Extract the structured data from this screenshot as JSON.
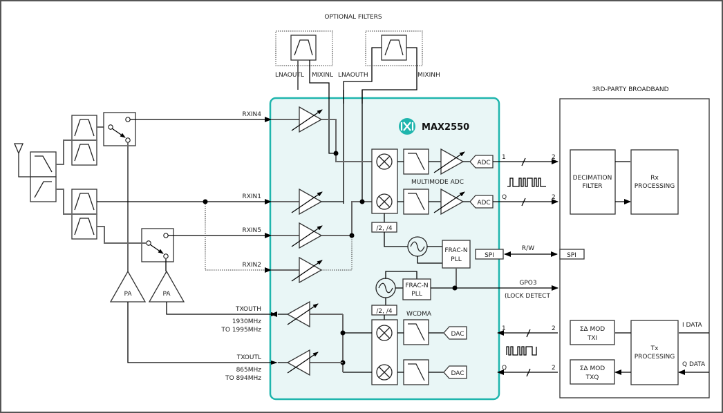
{
  "diagram": {
    "chip_name": "MAX2550",
    "logo_icon": "maxim-logo-icon",
    "accent_color": "#1fb5ad",
    "chip_bg_color": "#e9f6f6",
    "optional_filters_label": "OPTIONAL FILTERS",
    "pins_top": [
      "LNAOUTL",
      "MIXINL",
      "LNAOUTH",
      "MIXINH"
    ],
    "rx_inputs": [
      "RXIN4",
      "RXIN1",
      "RXIN5",
      "RXIN2"
    ],
    "tx_outputs": [
      {
        "name": "TXOUTH",
        "range_line1": "1930MHz",
        "range_line2": "TO 1995MHz"
      },
      {
        "name": "TXOUTL",
        "range_line1": "865MHz",
        "range_line2": "TO 894MHz"
      }
    ],
    "pa_label": "PA",
    "multimode_adc_label": "MULTIMODE ADC",
    "adc_label": "ADC",
    "dac_label": "DAC",
    "divider_label": "/2, /4",
    "pll_line1": "FRAC-N",
    "pll_line2": "PLL",
    "wcdma_label": "WCDMA",
    "spi_label": "SPI",
    "rw_label": "R/W",
    "gpo3_label": "GPO3",
    "lock_detect_label": "(LOCK DETECT",
    "bus_i_label": "1",
    "bus_q_label": "Q",
    "bus_width": "2",
    "broadband_label": "3RD-PARTY BROADBAND",
    "decimation_line1": "DECIMATION",
    "decimation_line2": "FILTER",
    "rx_proc_line1": "Rx",
    "rx_proc_line2": "PROCESSING",
    "tx_proc_line1": "Tx",
    "tx_proc_line2": "PROCESSING",
    "sd_mod_label": "ΣΔ MOD",
    "txi_label": "TXI",
    "txq_label": "TXQ",
    "i_data_label": "I DATA",
    "q_data_label": "Q DATA"
  }
}
